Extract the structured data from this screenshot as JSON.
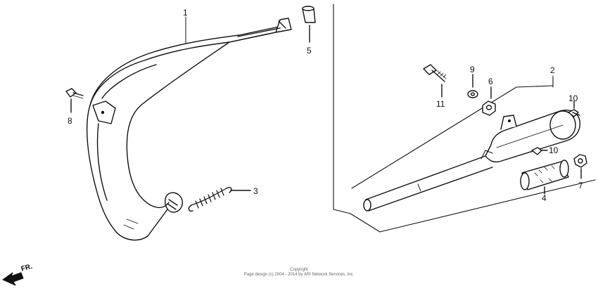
{
  "callouts": {
    "c1": "1",
    "c2": "2",
    "c3": "3",
    "c4": "4",
    "c5": "5",
    "c6": "6",
    "c7": "7",
    "c8": "8",
    "c9": "9",
    "c10a": "10",
    "c10b": "10",
    "c11": "11"
  },
  "direction_label": "FR.",
  "copyright": {
    "line1": "Copyright",
    "line2": "Page design (c) 2004 - 2014 by ARI Network Services, Inc."
  },
  "colors": {
    "ink": "#111111",
    "background": "#ffffff"
  }
}
